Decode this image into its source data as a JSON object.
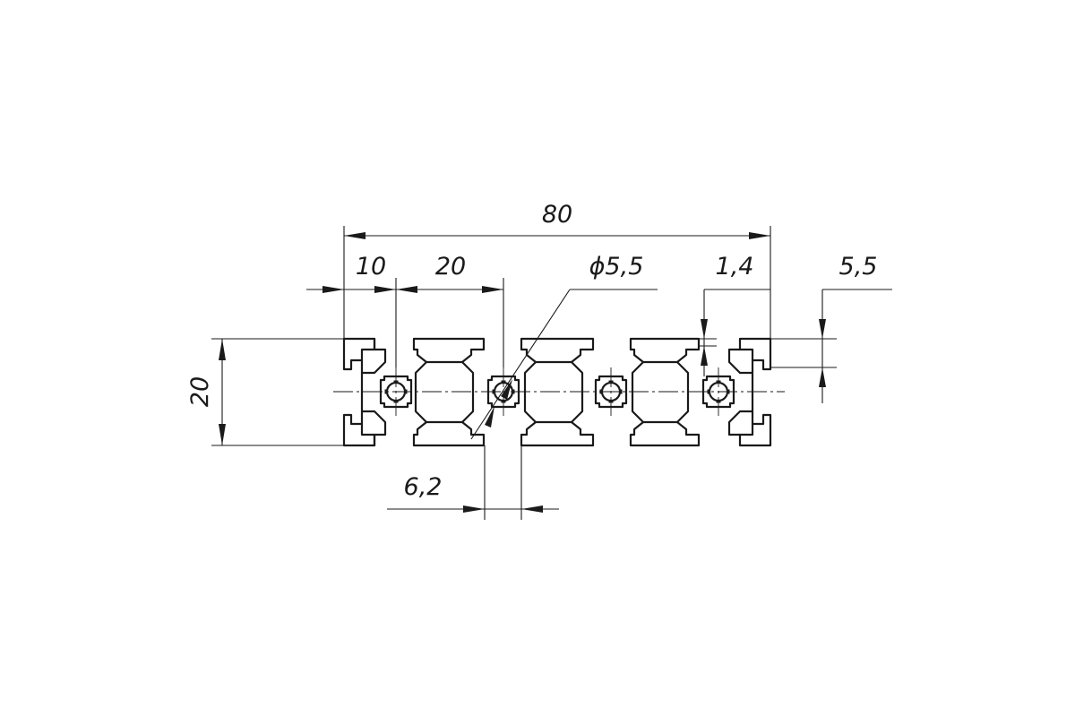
{
  "dimensions": {
    "overall_width": "80",
    "edge_to_slot": "10",
    "slot_pitch": "20",
    "hole_diameter": "ϕ5,5",
    "wall_thickness": "1,4",
    "lip_height": "5,5",
    "height": "20",
    "slot_opening": "6,2"
  },
  "colors": {
    "line": "#1a1a1a",
    "background": "#ffffff"
  }
}
